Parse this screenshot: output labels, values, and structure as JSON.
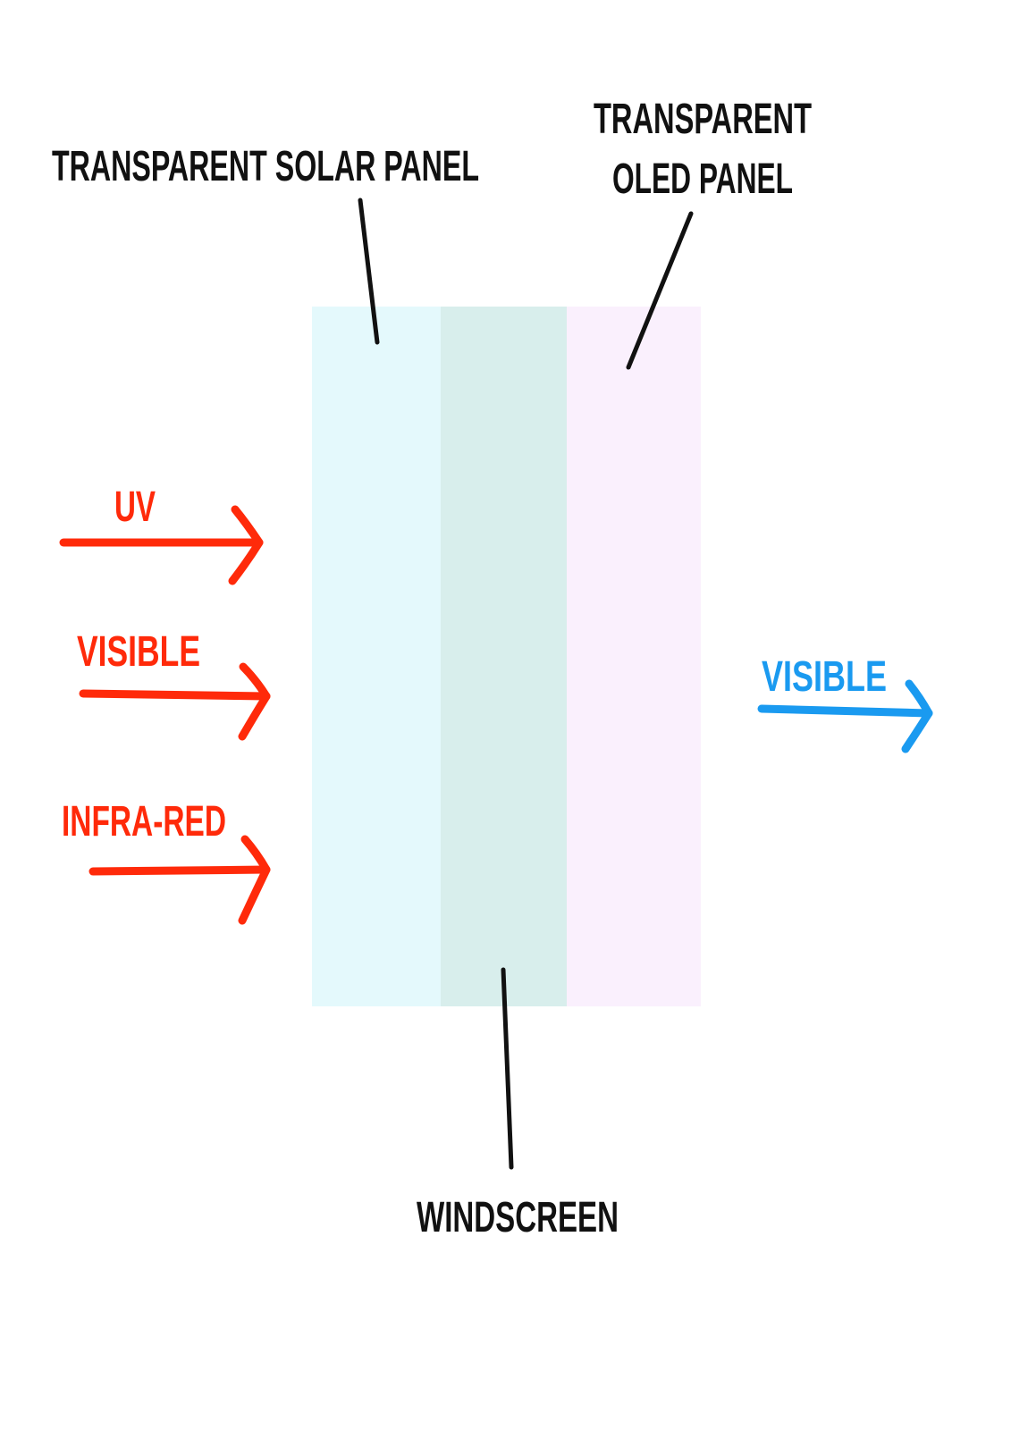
{
  "labels": {
    "solar_panel": "TRANSPARENT SOLAR PANEL",
    "oled_line1": "TRANSPARENT",
    "oled_line2": "OLED PANEL",
    "windscreen": "WINDSCREEN"
  },
  "incoming": [
    {
      "label": "UV",
      "color": "#ff2a0a"
    },
    {
      "label": "VISIBLE",
      "color": "#ff2a0a"
    },
    {
      "label": "INFRA-RED",
      "color": "#ff2a0a"
    }
  ],
  "outgoing": {
    "label": "VISIBLE",
    "color": "#1a9af0"
  },
  "layers": {
    "solar_color": "#e4f9fc",
    "windscreen_color": "#d8eeec",
    "oled_color": "#faf0fd"
  },
  "leader_color": "#111111"
}
